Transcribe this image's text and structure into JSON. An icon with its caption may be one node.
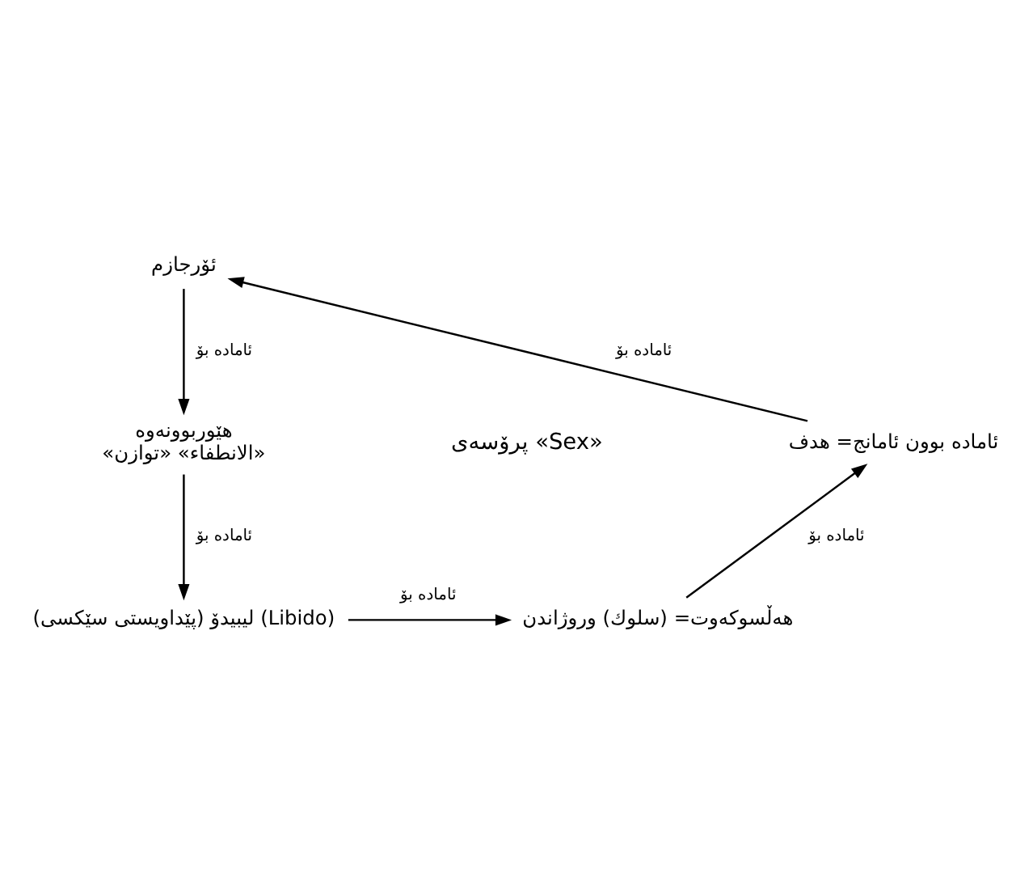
{
  "diagram": {
    "nodes": [
      {
        "text": [
          "ئۆرجازم"
        ]
      },
      {
        "text": [
          "هێوربوونەوە",
          "«الانطفاء» «توازن»"
        ]
      },
      {
        "text": [
          "(پێداویستی سێکسی) لیبیدۆ (Libido)"
        ]
      },
      {
        "text": [
          "هەڵسوکەوت= (سلوك) وروژاندن"
        ]
      },
      {
        "text": [
          "ئامادە بوون ئامانج= هدف"
        ]
      }
    ],
    "edges": [
      {
        "from": 0,
        "to": 1,
        "arrow": "to",
        "label": "ئامادە بۆ"
      },
      {
        "from": 1,
        "to": 2,
        "arrow": "to",
        "label": "ئامادە بۆ"
      },
      {
        "from": 2,
        "to": 3,
        "arrow": "to",
        "label": "ئامادە بۆ"
      },
      {
        "from": 3,
        "to": 4,
        "arrow": "to",
        "label": "ئامادە بۆ"
      },
      {
        "from": 4,
        "to": 0,
        "arrow": "to",
        "label": "ئامادە بۆ"
      }
    ],
    "labels": [
      "پرۆسەی «Sex»"
    ]
  }
}
